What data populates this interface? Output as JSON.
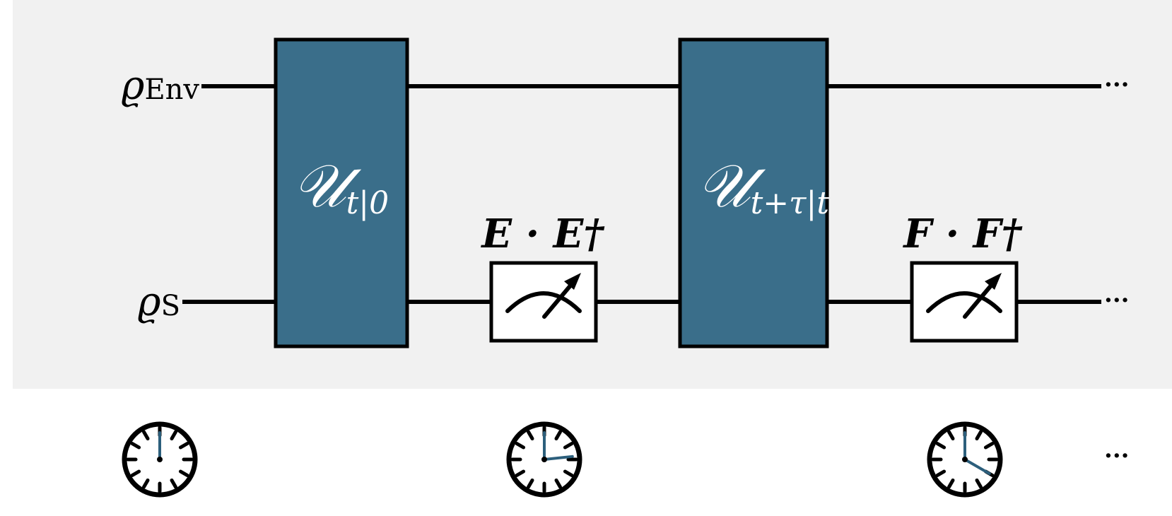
{
  "panel": {
    "background": "#f1f1f1"
  },
  "colors": {
    "gate_fill": "#3a6e8a",
    "clock_hand": "#2c5f7c"
  },
  "wires": {
    "env": {
      "symbol": "ϱ",
      "sub": "Env",
      "trailing": "···"
    },
    "sys": {
      "symbol": "ϱ",
      "sub": "S",
      "trailing": "···"
    }
  },
  "gates": [
    {
      "symbol": "𝒰",
      "sub": "t|0"
    },
    {
      "symbol": "𝒰",
      "sub": "t+τ|t"
    }
  ],
  "measurements": [
    {
      "label": "E · E†",
      "icon": "meter-icon"
    },
    {
      "label": "F · F†",
      "icon": "meter-icon"
    }
  ],
  "timeline": {
    "trailing": "···",
    "clocks": [
      {
        "icon": "clock-icon",
        "hand_minutes": 0
      },
      {
        "icon": "clock-icon",
        "hand_minutes": 14
      },
      {
        "icon": "clock-icon",
        "hand_minutes": 20
      }
    ]
  }
}
